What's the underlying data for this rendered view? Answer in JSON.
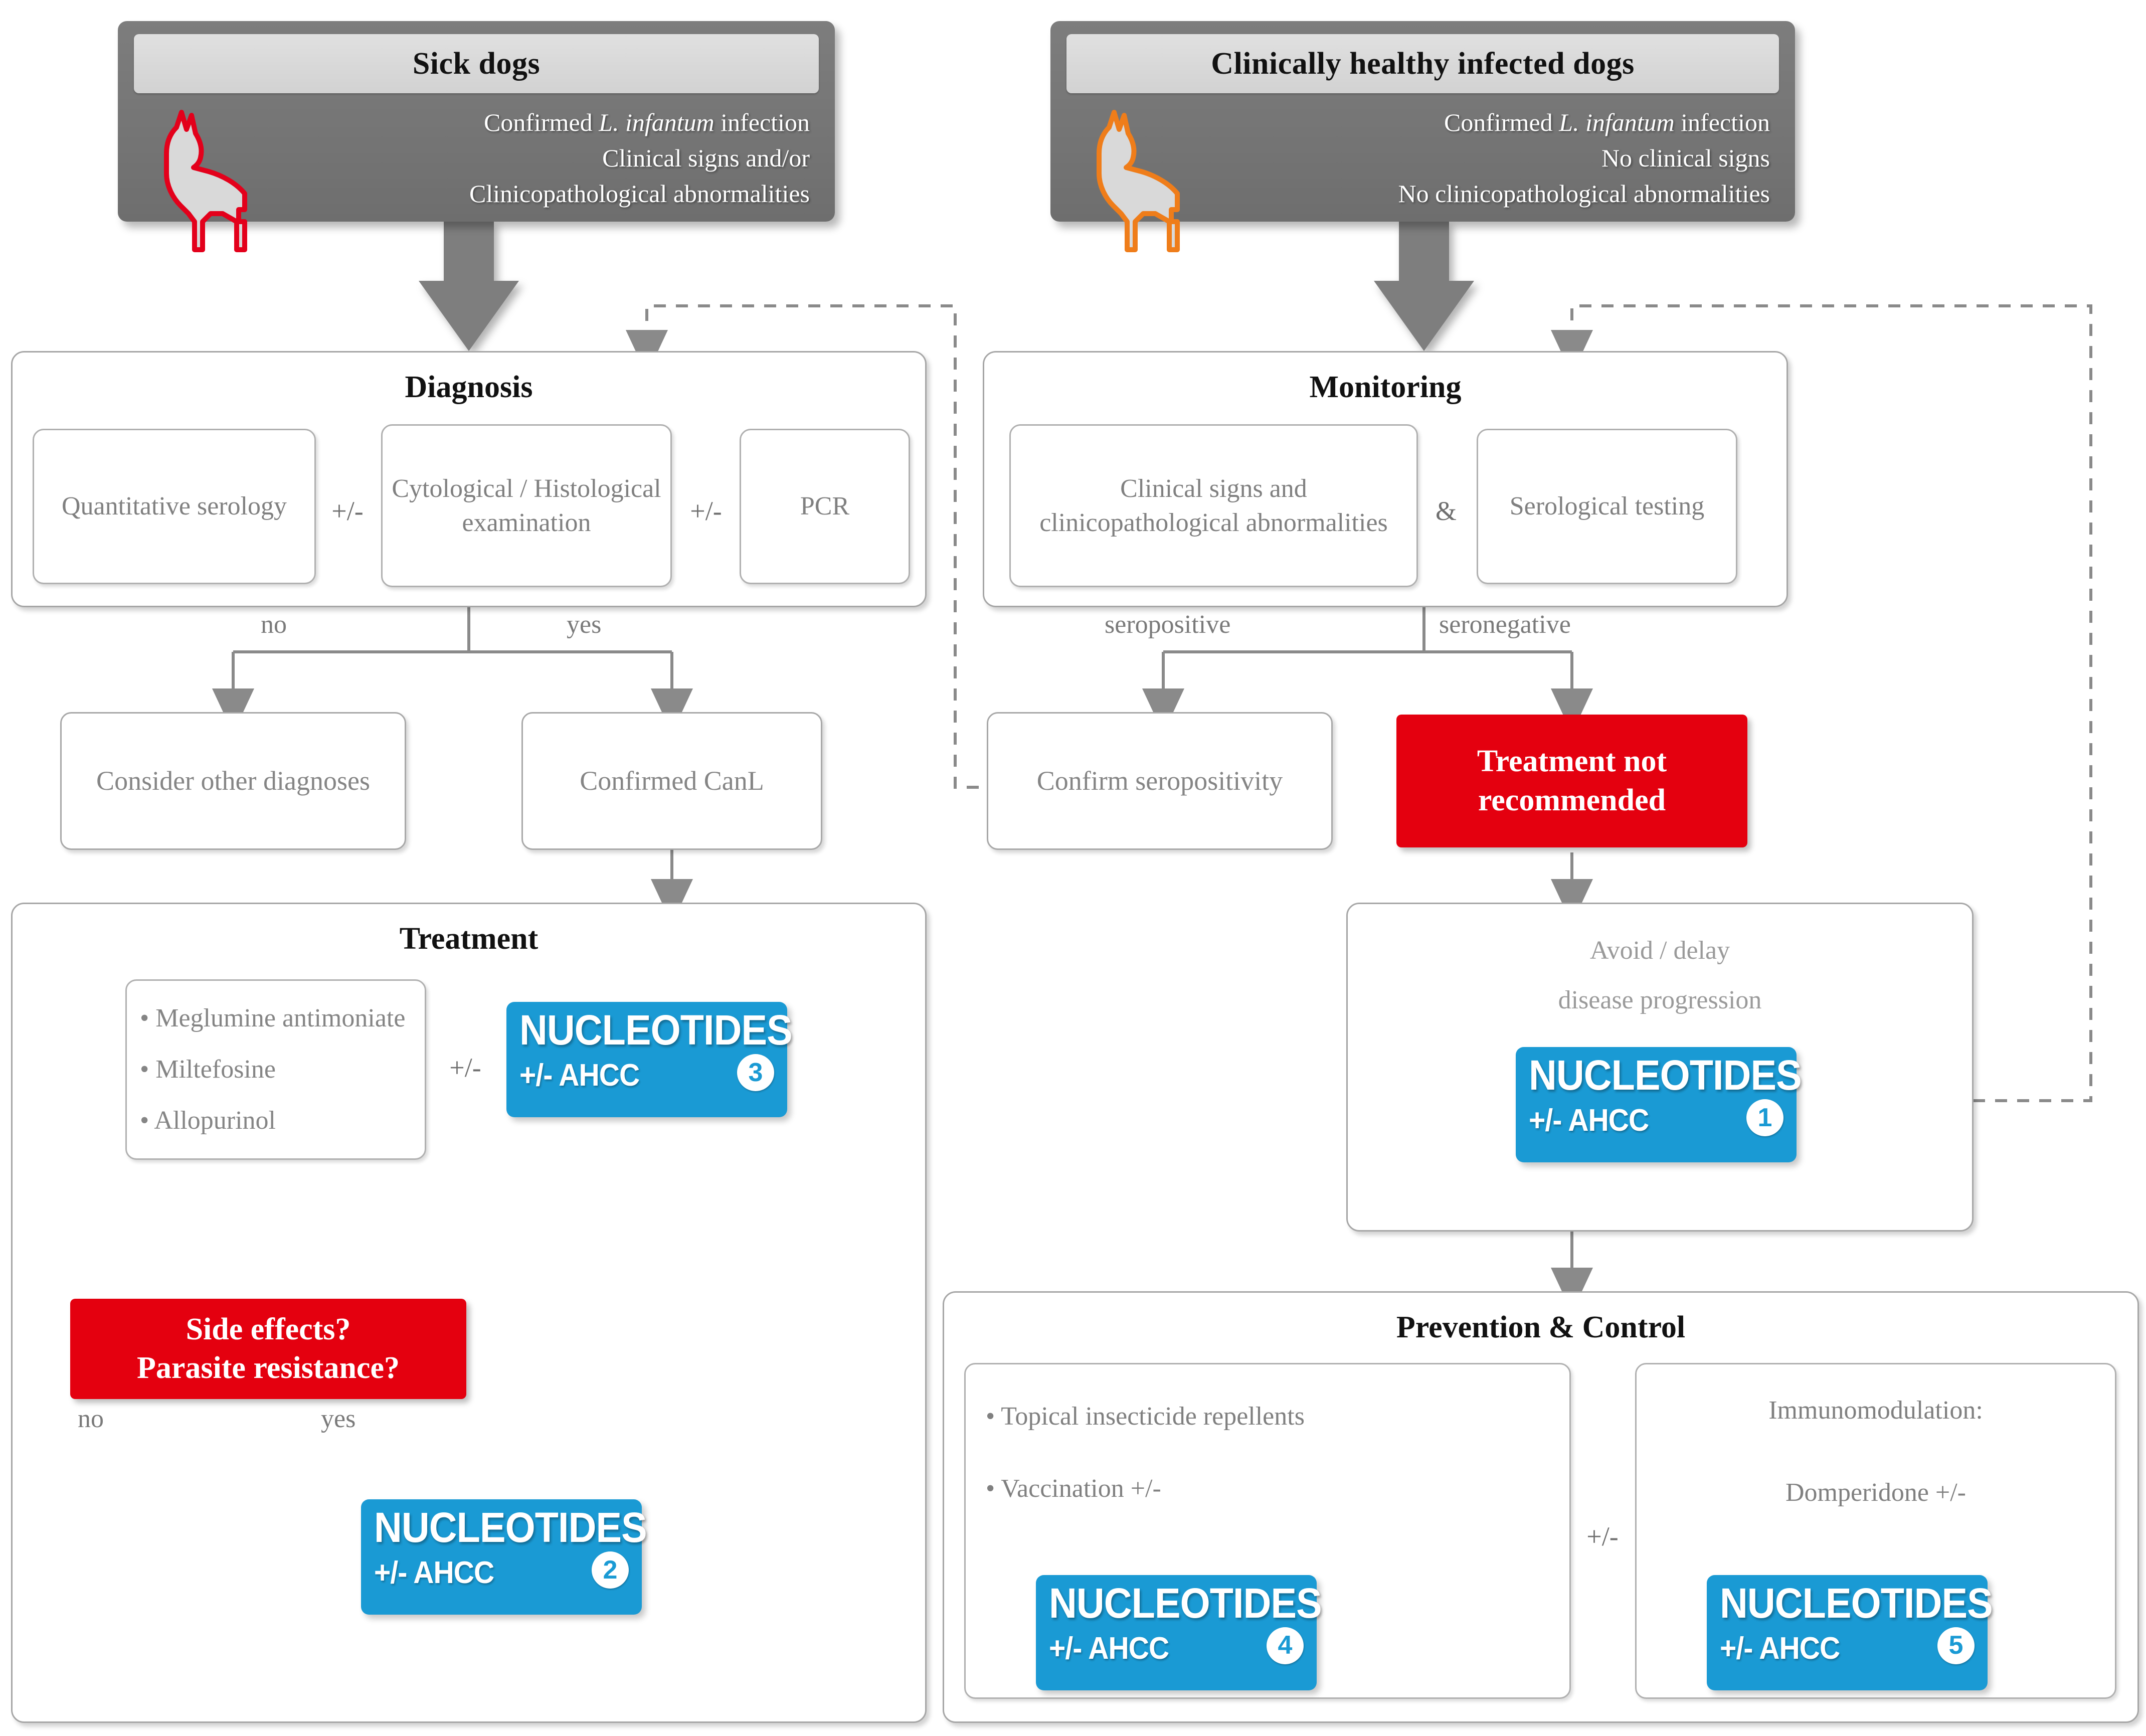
{
  "colors": {
    "accent_blue": "#1a9ad4",
    "alert_red": "#e4000f",
    "header_gray": "#757575",
    "sick_dog_outline": "#e3001b",
    "healthy_dog_outline": "#ef7d1a"
  },
  "headers": {
    "left": {
      "title": "Sick dogs",
      "dog_icon": "dog-silhouette-red-outline",
      "lines": [
        "Confirmed <i>L. infantum</i> infection",
        "Clinical signs and/or",
        "Clinicopathological  abnormalities"
      ]
    },
    "right": {
      "title": "Clinically healthy infected dogs",
      "dog_icon": "dog-silhouette-orange-outline",
      "lines": [
        "Confirmed <i>L. infantum</i> infection",
        "No clinical signs",
        "No clinicopathological  abnormalities"
      ]
    }
  },
  "diagnosis": {
    "title": "Diagnosis",
    "steps": [
      "Quantitative serology",
      "Cytological / Histological examination",
      "PCR"
    ],
    "operators": [
      "+/-",
      "+/-"
    ],
    "branch_labels": [
      "no",
      "yes"
    ],
    "outcomes": [
      "Consider other diagnoses",
      "Confirmed CanL"
    ]
  },
  "monitoring": {
    "title": "Monitoring",
    "steps": [
      "Clinical signs and clinicopathological abnormalities",
      "Serological testing"
    ],
    "operators": [
      "&"
    ],
    "branch_labels": [
      "seropositive",
      "seronegative"
    ],
    "outcome_left": "Confirm seropositivity",
    "outcome_right": "Treatment not recommended"
  },
  "treatment": {
    "title": "Treatment",
    "drugs": [
      "Meglumine antimoniate",
      "Miltefosine",
      "Allopurinol"
    ],
    "operator": "+/-",
    "nucleotides_3": {
      "line1": "NUCLEOTIDES",
      "line2": "+/- AHCC",
      "number": "3"
    },
    "alert": "Side effects? Parasite resistance?",
    "alert_line1": "Side effects?",
    "alert_line2": "Parasite resistance?",
    "branch_labels": [
      "no",
      "yes"
    ],
    "nucleotides_2": {
      "line1": "NUCLEOTIDES",
      "line2": "+/- AHCC",
      "number": "2"
    }
  },
  "avoid_delay": {
    "line1": "Avoid / delay",
    "line2": "disease progression",
    "nucleotides_1": {
      "line1": "NUCLEOTIDES",
      "line2": "+/- AHCC",
      "number": "1"
    }
  },
  "prevention": {
    "title": "Prevention & Control",
    "left_bullets": [
      "Topical insecticide repellents",
      "Vaccination +/-"
    ],
    "operator": "+/-",
    "right_line1": "Immunomodulation:",
    "right_line2": "Domperidone +/-",
    "nucleotides_4": {
      "line1": "NUCLEOTIDES",
      "line2": "+/- AHCC",
      "number": "4"
    },
    "nucleotides_5": {
      "line1": "NUCLEOTIDES",
      "line2": "+/- AHCC",
      "number": "5"
    }
  }
}
